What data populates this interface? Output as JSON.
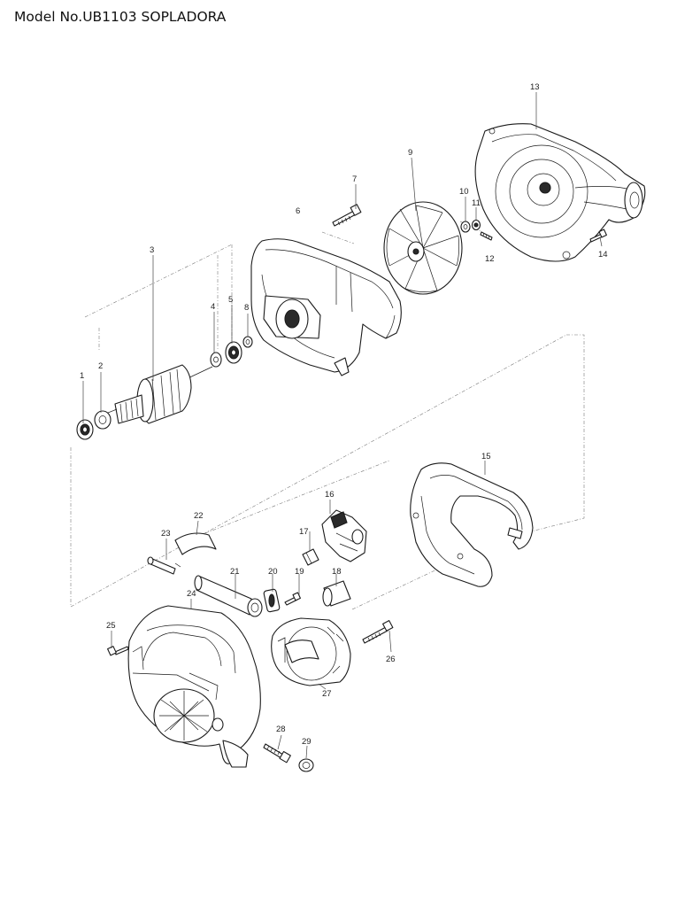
{
  "title": "Model No.UB1103 SOPLADORA",
  "callouts": [
    "1",
    "2",
    "3",
    "4",
    "5",
    "6",
    "7",
    "8",
    "9",
    "10",
    "11",
    "12",
    "13",
    "14",
    "15",
    "16",
    "17",
    "18",
    "19",
    "20",
    "21",
    "22",
    "23",
    "24",
    "25",
    "26",
    "27",
    "28",
    "29"
  ]
}
